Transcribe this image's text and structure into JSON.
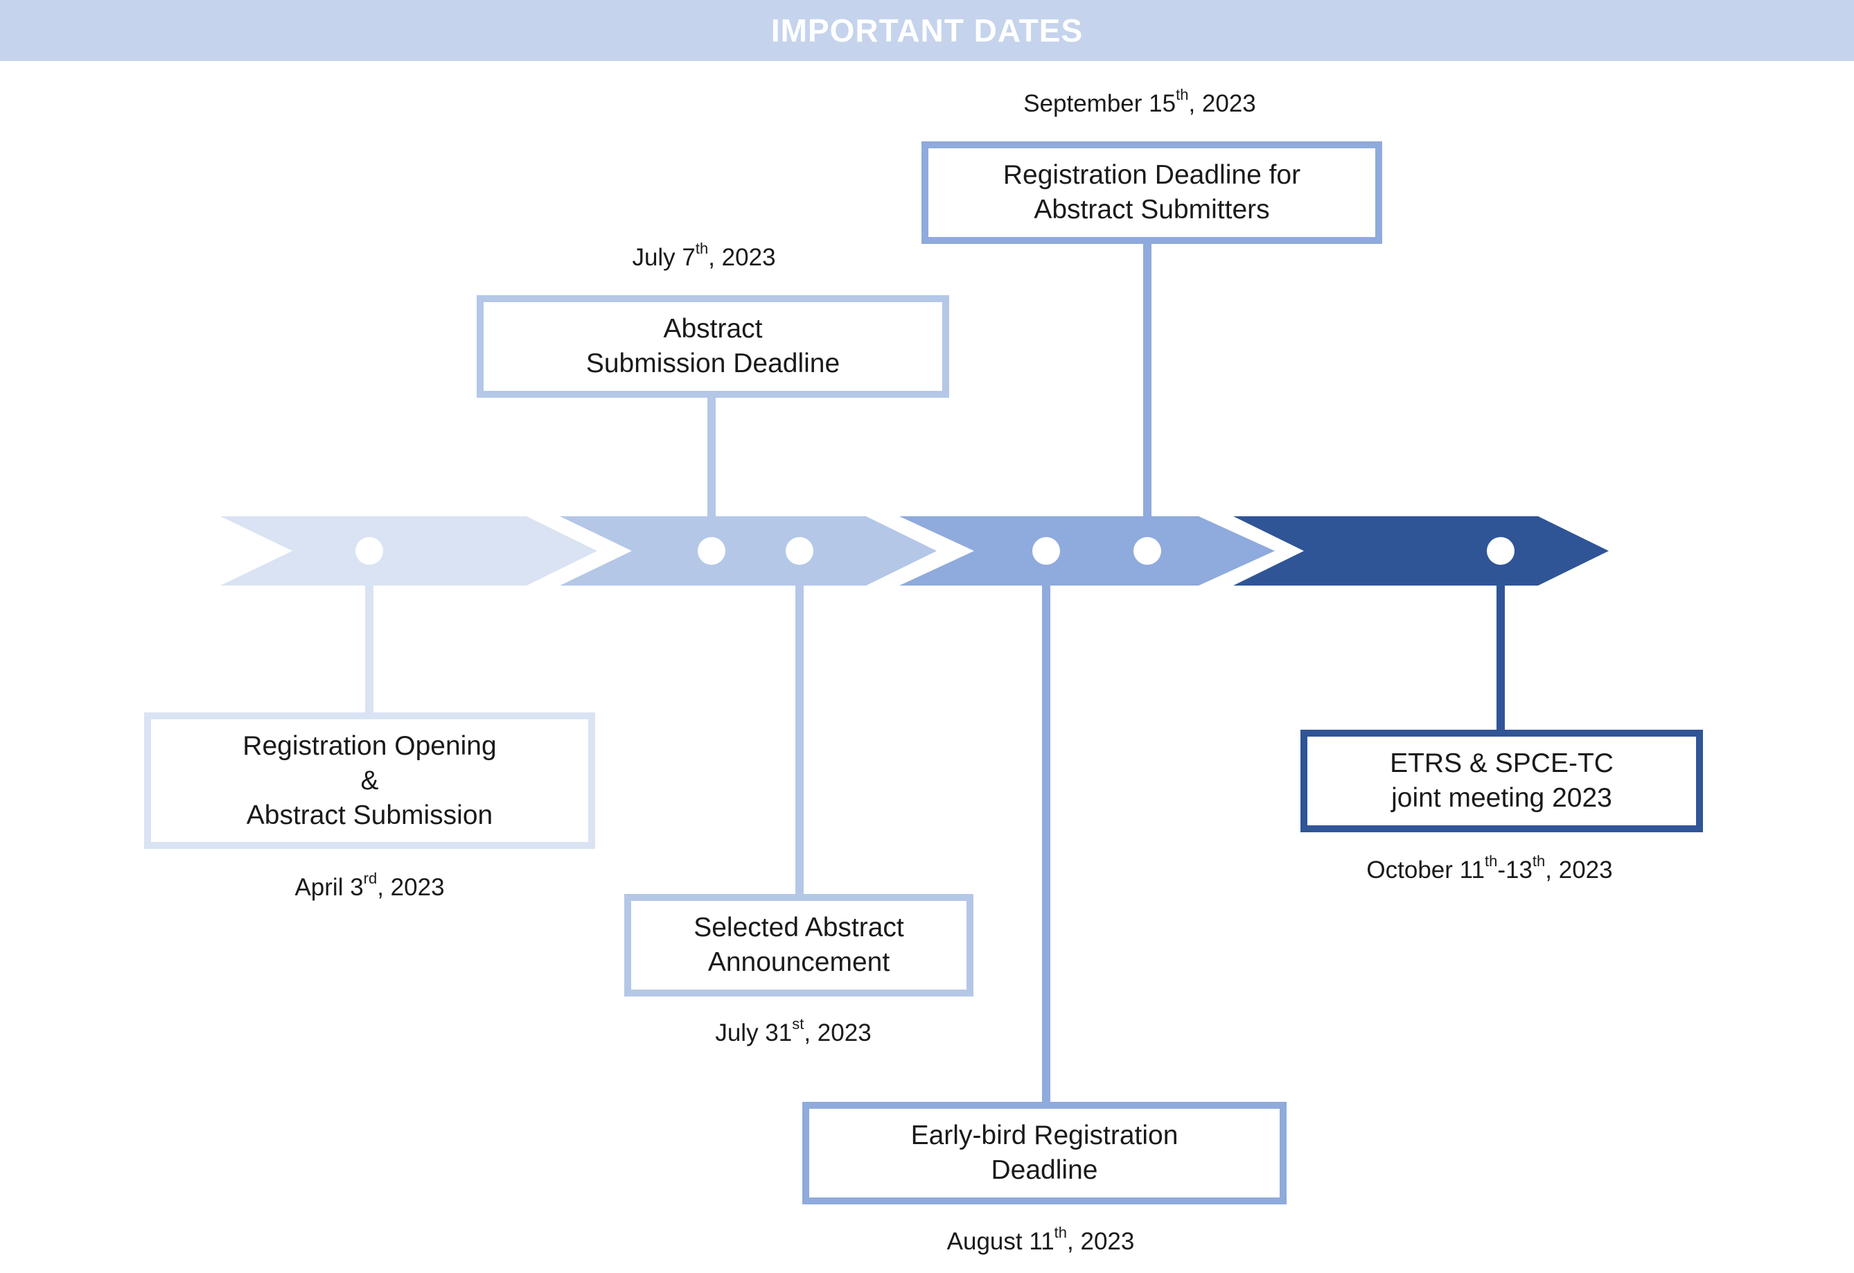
{
  "header": {
    "title": "IMPORTANT DATES"
  },
  "colors": {
    "header_bg": "#c5d3ec",
    "phase1": "#dae3f3",
    "phase2": "#b4c7e7",
    "phase3": "#8faadc",
    "phase4": "#2f5597",
    "marker": "#ffffff"
  },
  "events": [
    {
      "id": "registration-opening",
      "label": "Registration Opening\n&\nAbstract Submission",
      "date": {
        "prefix": "April 3",
        "sup": "rd",
        "suffix": ", 2023"
      }
    },
    {
      "id": "abstract-deadline",
      "label": "Abstract\nSubmission Deadline",
      "date": {
        "prefix": "July 7",
        "sup": "th",
        "suffix": ", 2023"
      }
    },
    {
      "id": "selected-abstract",
      "label": "Selected Abstract\nAnnouncement",
      "date": {
        "prefix": "July 31",
        "sup": "st",
        "suffix": ", 2023"
      }
    },
    {
      "id": "early-bird",
      "label": "Early-bird Registration\nDeadline",
      "date": {
        "prefix": "August 11",
        "sup": "th",
        "suffix": ", 2023"
      }
    },
    {
      "id": "registration-deadline-abstract",
      "label": "Registration Deadline for\nAbstract Submitters",
      "date": {
        "prefix": "September 15",
        "sup": "th",
        "suffix": ", 2023"
      }
    },
    {
      "id": "joint-meeting",
      "label": "ETRS & SPCE-TC\njoint meeting 2023",
      "date": {
        "prefix": "October 11",
        "sup": "th",
        "mid": "-13",
        "sup2": "th",
        "suffix": ", 2023"
      }
    }
  ]
}
